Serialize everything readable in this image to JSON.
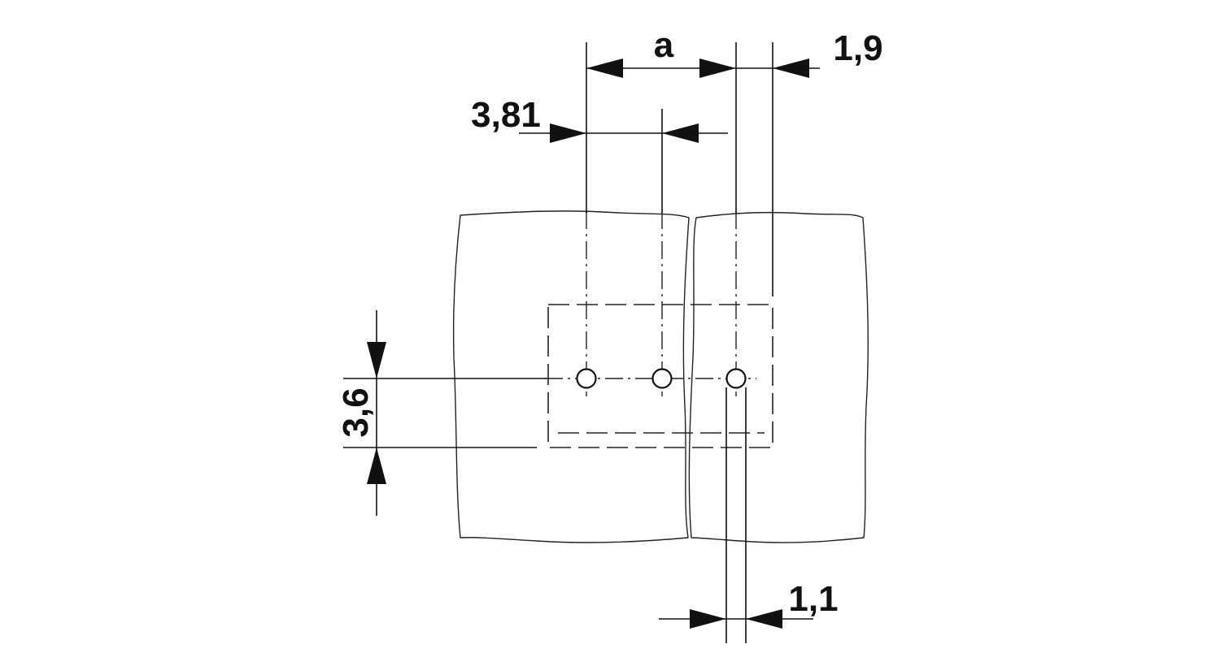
{
  "drawing": {
    "dimensions": {
      "pitch_a": "a",
      "edge_offset": "1,9",
      "pin_spacing": "3,81",
      "row_offset": "3,6",
      "hole_diameter": "1,1"
    },
    "line_color": "#111111",
    "background": "#ffffff"
  }
}
